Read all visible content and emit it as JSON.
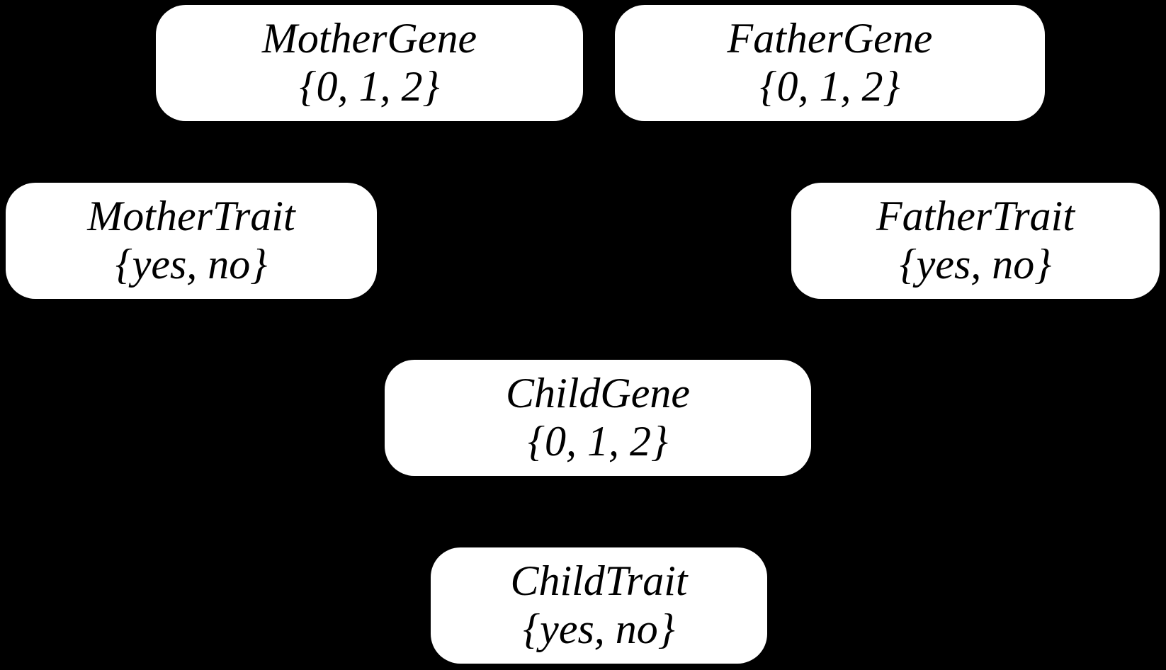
{
  "diagram": {
    "type": "bayesian-network",
    "background_color": "#000000",
    "node_fill_color": "#ffffff",
    "node_text_color": "#000000",
    "edges_visible": false,
    "nodes": [
      {
        "id": "mother-gene",
        "label": "MotherGene",
        "domain": "{0, 1, 2}"
      },
      {
        "id": "father-gene",
        "label": "FatherGene",
        "domain": "{0, 1, 2}"
      },
      {
        "id": "mother-trait",
        "label": "MotherTrait",
        "domain": "{yes, no}"
      },
      {
        "id": "father-trait",
        "label": "FatherTrait",
        "domain": "{yes, no}"
      },
      {
        "id": "child-gene",
        "label": "ChildGene",
        "domain": "{0, 1, 2}"
      },
      {
        "id": "child-trait",
        "label": "ChildTrait",
        "domain": "{yes, no}"
      }
    ]
  }
}
